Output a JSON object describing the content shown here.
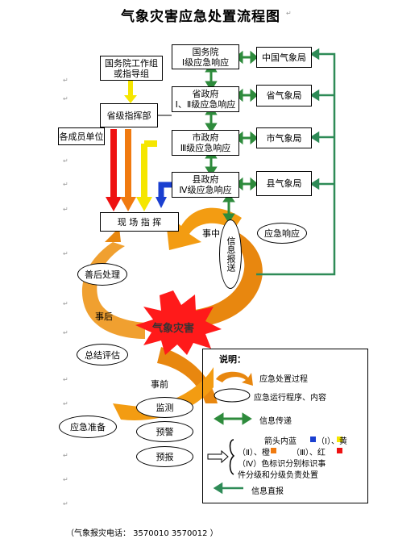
{
  "title": "气象灾害应急处置流程图",
  "central": {
    "l1": "国务院",
    "l1_sub": "Ⅰ级应急响应",
    "l2": "省政府",
    "l2_sub": "Ⅰ、Ⅱ级应急响应",
    "l3": "市政府",
    "l3_sub": "Ⅲ级应急响应",
    "l4": "县政府",
    "l4_sub": "Ⅳ级应急响应"
  },
  "bureau": {
    "l1": "中国气象局",
    "l2": "省气象局",
    "l3": "市气象局",
    "l4": "县气象局"
  },
  "left": {
    "working_group": "国务院工作组或指导组",
    "provincial_hq": "省级指挥部",
    "member_units": "各成员单位",
    "field_command": "现 场 指 挥"
  },
  "cycle": {
    "disaster": "气象灾害",
    "during": "事中",
    "after": "事后",
    "before": "事前",
    "info_report": "信息报送",
    "emergency_response": "应急响应",
    "aftermath": "善后处理",
    "evaluation": "总结评估",
    "preparation": "应急准备",
    "monitoring": "监测",
    "warning": "预警",
    "forecast": "预报"
  },
  "legend": {
    "title": "说明：",
    "process": "应急处置过程",
    "program": "应急运行程序、内容",
    "info_transfer": "信息传递",
    "arrow_desc_1": "箭头内蓝",
    "arrow_desc_1b": "（Ⅰ）、黄",
    "arrow_desc_2": "（Ⅱ）、橙",
    "arrow_desc_2b": "（Ⅲ）、红",
    "arrow_desc_3": "（Ⅳ）色标识分别标识事",
    "arrow_desc_4": "件分级和分级负责处置",
    "direct_report": "信息直报"
  },
  "footer": "（气象报灾电话：  3570010   3570012       ）",
  "colors": {
    "green": "#2e8b3c",
    "teal": "#2e8b57",
    "orange": "#e8870f",
    "red": "#ee1111",
    "yellow": "#f5e600",
    "blue": "#1a3fd0",
    "disaster_red": "#ff1a1a"
  }
}
